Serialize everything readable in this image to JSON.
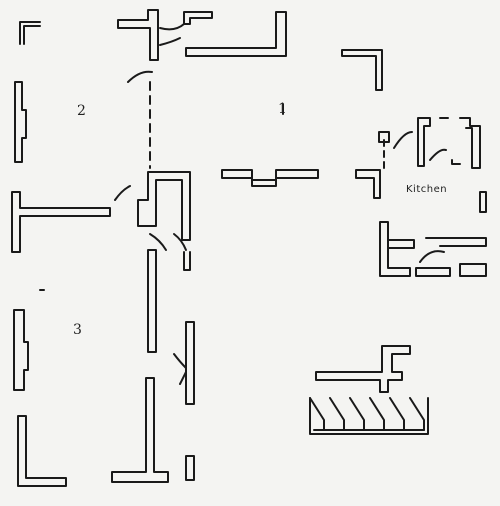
{
  "plan": {
    "rooms": {
      "room_1": "1",
      "room_2": "2",
      "room_3": "3",
      "kitchen": "Kitchen"
    },
    "colors": {
      "ink": "#1a1a1a",
      "paper": "#f4f4f2"
    }
  }
}
